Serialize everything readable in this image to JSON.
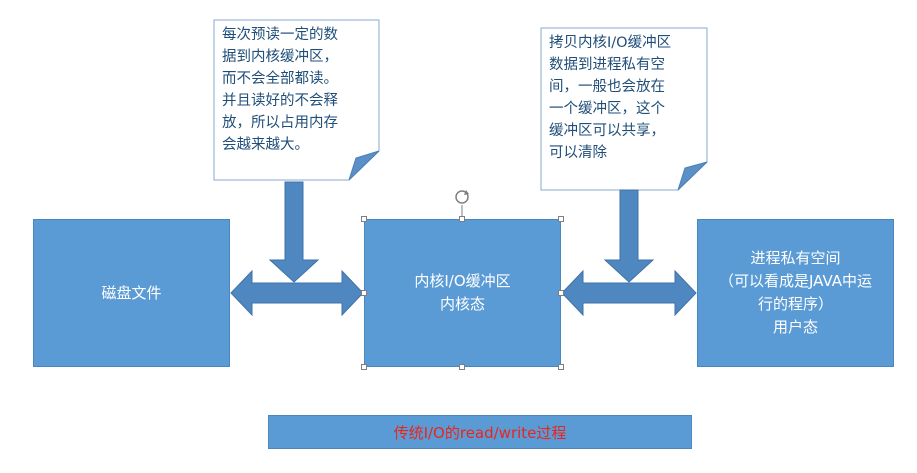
{
  "boxes": {
    "disk": "磁盘文件",
    "kernel": "内核I/O缓冲区\n内核态",
    "user": "进程私有空间\n（可以看成是JAVA中运\n行的程序）\n用户态"
  },
  "notes": {
    "left": "每次预读一定的数\n据到内核缓冲区，\n而不会全部都读。\n并且读好的不会释\n放，所以占用内存\n会越来越大。",
    "right": "拷贝内核I/O缓冲区\n数据到进程私有空\n间，一般也会放在\n一个缓冲区，这个\n缓冲区可以共享，\n可以清除"
  },
  "caption": "传统I/O的read/write过程",
  "colors": {
    "box_fill": "#5b9bd5",
    "arrow_fill": "#4f87c0",
    "note_text": "#1f4e79",
    "caption_text": "#e8251c"
  },
  "icons": {
    "rotate_handle": "rotate-icon"
  }
}
